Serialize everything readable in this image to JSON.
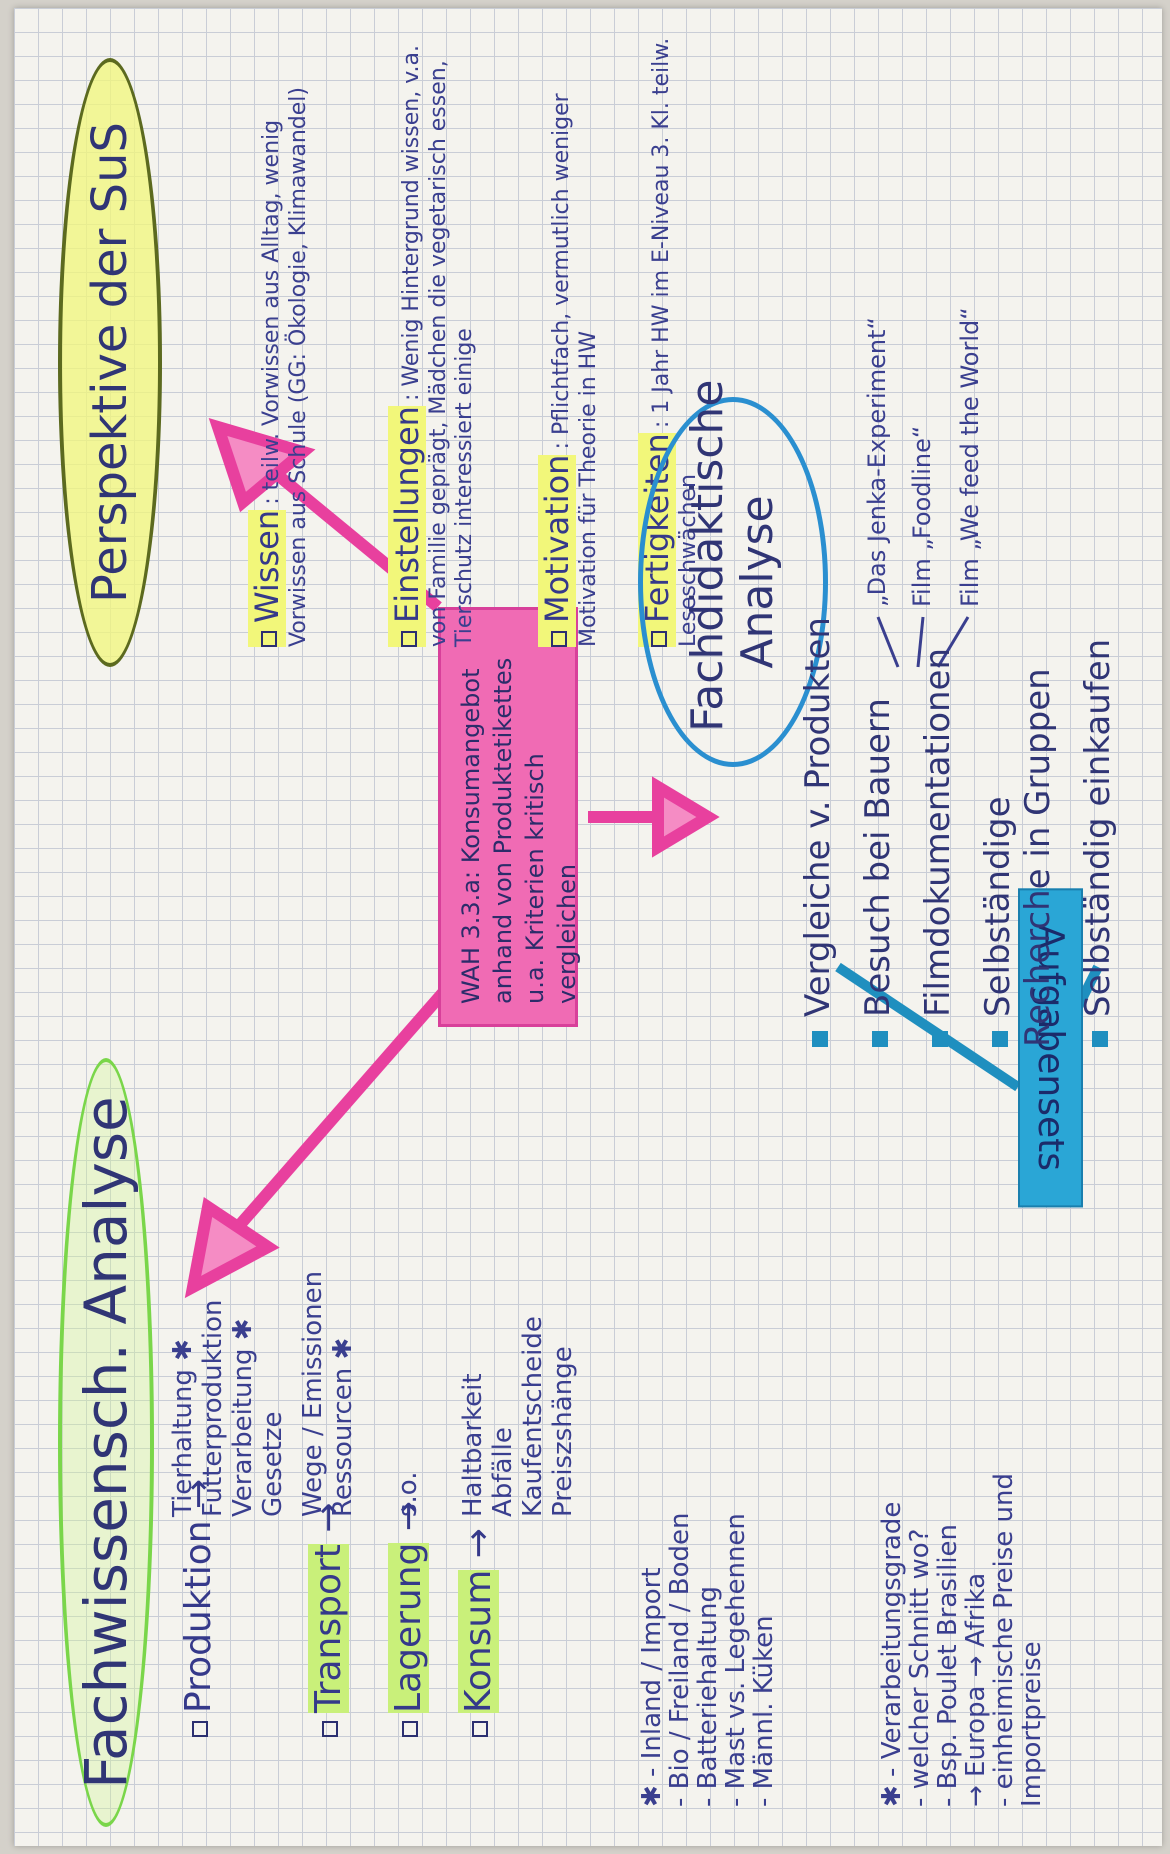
{
  "fachwissen": {
    "title": "Fachwissensch. Analyse",
    "topics": [
      {
        "label": "Produktion",
        "items": [
          "Tierhaltung ✱",
          "Futterproduktion",
          "Verarbeitung ✱",
          "Gesetze"
        ]
      },
      {
        "label": "Transport",
        "items": [
          "Wege / Emissionen",
          "Ressourcen ✱"
        ]
      },
      {
        "label": "Lagerung",
        "items": [
          "s.o."
        ]
      },
      {
        "label": "Konsum",
        "items": [
          "Haltbarkeit",
          "Abfälle",
          "Kaufentscheide",
          "Preiszshänge"
        ]
      }
    ],
    "star_note_1": [
      "✱ - Inland / Import",
      "- Bio / Freiland / Boden",
      "- Batteriehaltung",
      "- Mast vs. Legehennen",
      "- Männl. Küken"
    ],
    "star_note_2": [
      "✱ - Verarbeitungsgrade",
      "- welcher Schnitt wo?",
      "- Bsp. Poulet Brasilien",
      "→ Europa → Afrika",
      "- einheimische Preise und",
      "Importpreise"
    ]
  },
  "center": {
    "text": "WAH 3.3.a: Konsumangebot anhand von Produktetikettes u.a. Kriterien kritisch vergleichen"
  },
  "perspektive": {
    "title": "Perspektive der SuS",
    "entries": [
      {
        "label": "Wissen",
        "text": ": teilw. Vorwissen aus Alltag, wenig Vorwissen aus Schule (GG: Ökologie, Klimawandel)"
      },
      {
        "label": "Einstellungen",
        "text": ": Wenig Hintergrund wissen, v.a. von Familie geprägt, Mädchen die vegetarisch essen, Tierschutz interessiert einige"
      },
      {
        "label": "Motivation",
        "text": ": Pflichtfach, vermutlich weniger Motivation für Theorie in HW"
      },
      {
        "label": "Fertigkeiten",
        "text": ": 1 Jahr HW im E-Niveau 3. Kl. teilw. Leseschwächen"
      }
    ]
  },
  "fachdidaktik": {
    "title": "Fachdidaktische Analyse",
    "aufgabensets": "Aufgabensets",
    "items": [
      "Vergleiche v. Produkten",
      "Besuch bei Bauern",
      "Filmdokumentationen",
      "Selbständige Recherche in Gruppen",
      "Selbständig einkaufen"
    ],
    "films": [
      "„Das Jenka-Experiment“",
      "Film „Foodline“",
      "Film „We feed the World“"
    ]
  }
}
